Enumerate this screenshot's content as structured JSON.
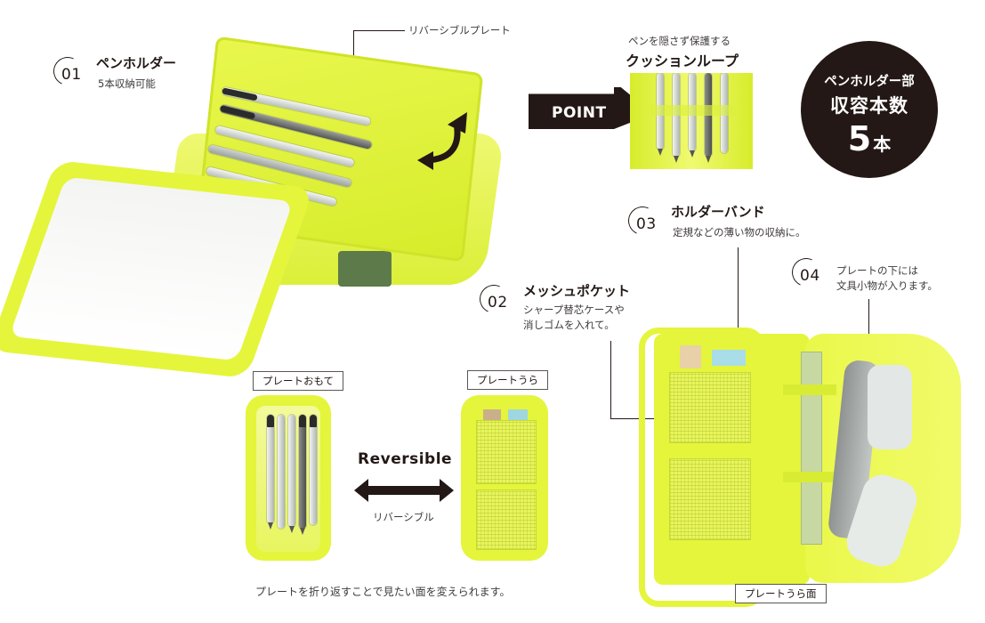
{
  "features": [
    {
      "number": "01",
      "title": "ペンホルダー",
      "description": "5本収納可能"
    },
    {
      "number": "02",
      "title": "メッシュポケット",
      "description": "シャープ替芯ケースや\n消しゴムを入れて。"
    },
    {
      "number": "03",
      "title": "ホルダーバンド",
      "description": "定規などの薄い物の収納に。"
    },
    {
      "number": "04",
      "title": "",
      "description": "プレートの下には\n文具小物が入ります。"
    }
  ],
  "reversible_plate_label": "リバーシブルプレート",
  "point_section": {
    "arrow_label": "POINT",
    "subtitle": "ペンを隠さず保護する",
    "title": "クッションループ"
  },
  "capacity_badge": {
    "line1": "ペンホルダー部",
    "line2": "収容本数",
    "count": "5",
    "unit": "本"
  },
  "reversible_section": {
    "front_label": "プレートおもて",
    "back_label": "プレートうら",
    "english": "Reversible",
    "japanese": "リバーシブル",
    "caption": "プレートを折り返すことで見たい面を変えられます。"
  },
  "detail_label": "プレートうら面",
  "colors": {
    "neon_yellow": "#e4f53c",
    "text_dark": "#231815",
    "badge_bg": "#231815"
  }
}
